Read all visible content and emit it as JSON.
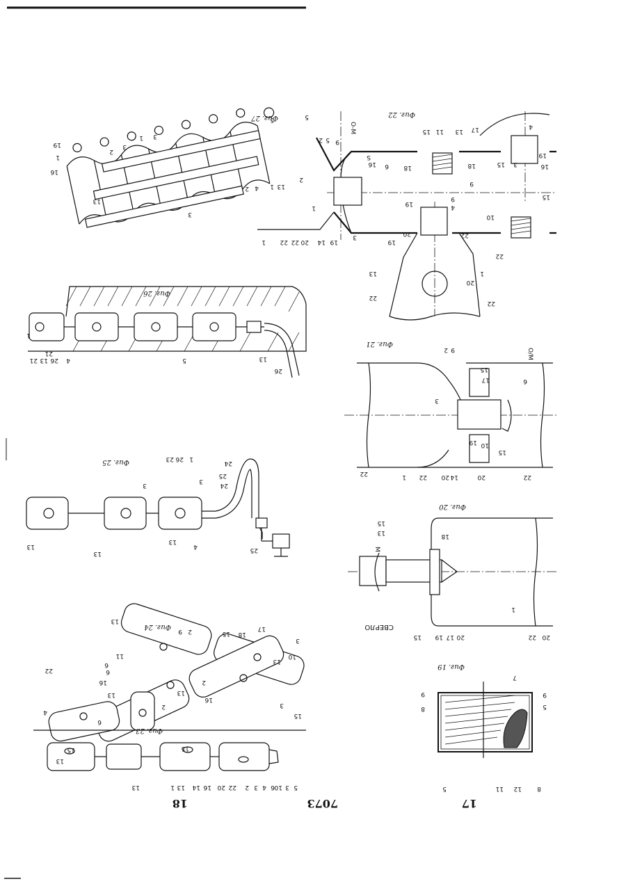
{
  "page_numbers": {
    "left": "18",
    "center": "7073",
    "right": "17"
  },
  "figures": [
    {
      "id": "fig27",
      "caption": "Фиг. 27",
      "labels": [
        "5",
        "5",
        "2",
        "13",
        "1",
        "4",
        "2",
        "3",
        "1",
        "19",
        "3",
        "2",
        "16",
        "1",
        "13",
        "3"
      ]
    },
    {
      "id": "fig22",
      "caption": "Фиг. 22",
      "labels": [
        "5",
        "9",
        "2",
        "S",
        "6",
        "16",
        "11",
        "15",
        "13",
        "17",
        "4",
        "3",
        "15",
        "16",
        "19",
        "18",
        "18",
        "9",
        "15",
        "10",
        "19",
        "9",
        "4",
        "20",
        "22",
        "22",
        "1",
        "20",
        "22",
        "3",
        "19",
        "13",
        "22",
        "1",
        "22",
        "22",
        "1",
        "20",
        "14",
        "19"
      ],
      "axis": "О-М"
    },
    {
      "id": "fig26",
      "caption": "Фиг. 26",
      "labels": [
        "1",
        "21",
        "13",
        "26",
        "4",
        "5",
        "13",
        "26",
        "21"
      ]
    },
    {
      "id": "fig21",
      "caption": "Фиг. 21",
      "labels": [
        "2",
        "9",
        "15",
        "17",
        "6",
        "3",
        "10",
        "19",
        "15",
        "22",
        "1",
        "22",
        "20",
        "14",
        "20",
        "22"
      ],
      "axis": "О/М"
    },
    {
      "id": "fig25",
      "caption": "Фиг. 25",
      "labels": [
        "1",
        "26",
        "23",
        "3",
        "24",
        "25",
        "24",
        "3",
        "13",
        "13",
        "13",
        "4",
        "25"
      ]
    },
    {
      "id": "fig20",
      "caption": "Фиг. 20",
      "labels": [
        "15",
        "13",
        "18",
        "М",
        "15",
        "19",
        "17",
        "20",
        "1",
        "22",
        "20"
      ],
      "drill_label": "СВЕРЛО"
    },
    {
      "id": "fig24",
      "caption": "Фиг. 24",
      "labels": [
        "13",
        "9",
        "2",
        "17",
        "18",
        "3",
        "15",
        "6",
        "10",
        "11",
        "6",
        "16",
        "2",
        "13",
        "13",
        "22",
        "13",
        "6",
        "2",
        "3",
        "15",
        "16",
        "4"
      ]
    },
    {
      "id": "fig23",
      "caption": "Фиг. 23",
      "labels": [
        "13",
        "15",
        "13",
        "1",
        "15",
        "13",
        "14",
        "16",
        "20",
        "22",
        "2",
        "3",
        "4",
        "6",
        "10",
        "3",
        "5"
      ]
    },
    {
      "id": "fig19",
      "caption": "Фиг. 19",
      "labels": [
        "7",
        "9",
        "9",
        "8",
        "5",
        "5",
        "11",
        "12",
        "8"
      ]
    }
  ]
}
